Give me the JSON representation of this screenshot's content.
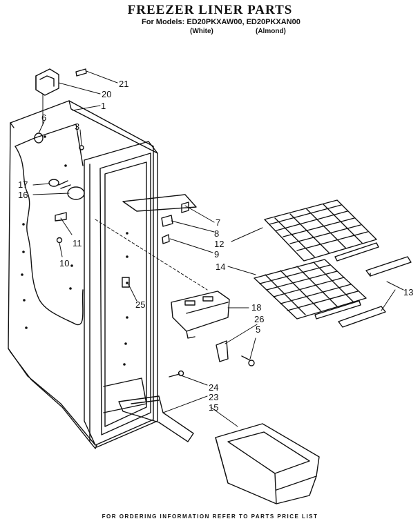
{
  "title": "FREEZER LINER PARTS",
  "models_line": "For Models: ED20PKXAW00, ED20PKXAN00",
  "variants": [
    "(White)",
    "(Almond)"
  ],
  "footer": "FOR ORDERING INFORMATION REFER TO PARTS PRICE LIST",
  "callouts": [
    "21",
    "20",
    "1",
    "6",
    "3",
    "17",
    "16",
    "11",
    "10",
    "7",
    "8",
    "12",
    "9",
    "14",
    "13",
    "25",
    "18",
    "26",
    "5",
    "24",
    "23",
    "15"
  ]
}
